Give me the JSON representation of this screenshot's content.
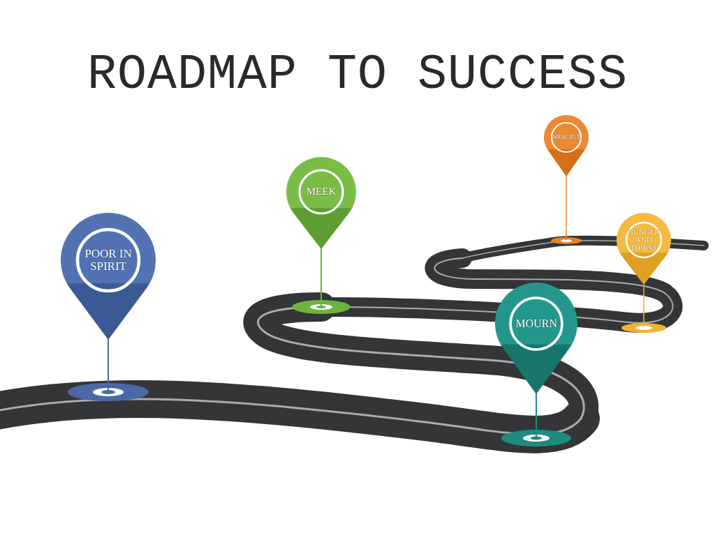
{
  "diagram": {
    "title": "ROADMAP TO SUCCESS",
    "nodes": [
      {
        "text": [
          "POOR IN SPIRIT"
        ]
      },
      {
        "text": [
          "MOURN"
        ]
      },
      {
        "text": [
          "MEEK"
        ]
      },
      {
        "text": [
          "HUNGER AND THIRST"
        ]
      },
      {
        "text": [
          "MERCIFUL"
        ]
      }
    ]
  }
}
